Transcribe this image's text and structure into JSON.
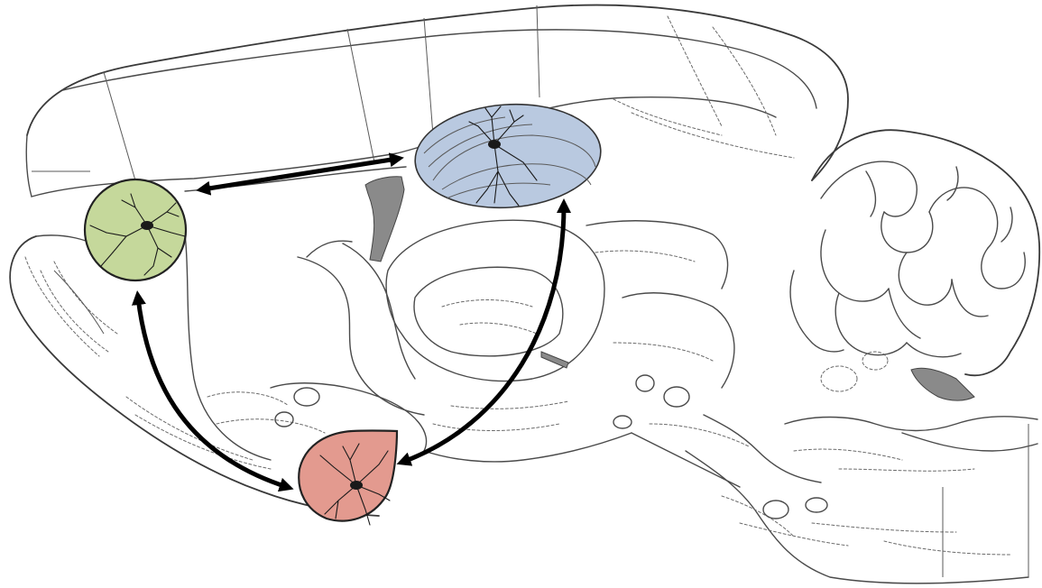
{
  "regions": [
    {
      "id": "prefrontal",
      "shape": "circle",
      "color": "#c5d89b"
    },
    {
      "id": "hippocampus",
      "shape": "ellipse",
      "color": "#b9c9e0"
    },
    {
      "id": "amygdala",
      "shape": "drop",
      "color": "#e39a8f"
    }
  ],
  "connections": [
    {
      "from": "prefrontal",
      "to": "hippocampus",
      "direction": "bidirectional"
    },
    {
      "from": "prefrontal",
      "to": "amygdala",
      "direction": "bidirectional"
    },
    {
      "from": "hippocampus",
      "to": "amygdala",
      "direction": "bidirectional"
    }
  ],
  "colors": {
    "outline": "#4a4a4a",
    "ventricle": "#8a8a8a",
    "arrow": "#000000"
  }
}
